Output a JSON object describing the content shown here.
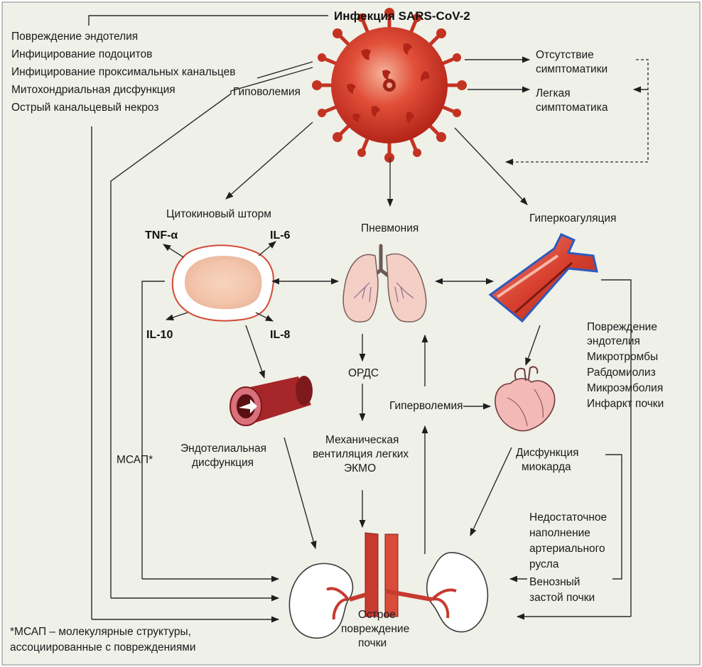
{
  "title": "Инфекция SARS-CoV-2",
  "left_list": [
    "Повреждение эндотелия",
    "Инфицирование подоцитов",
    "Инфицирование проксимальных канальцев",
    "Митохондриальная дисфункция",
    "Острый канальцевый некроз"
  ],
  "hypovolemia": "Гиповолемия",
  "asymptomatic": [
    "Отсутствие",
    "симптоматики"
  ],
  "mild": [
    "Легкая",
    "симптоматика"
  ],
  "cytokine_storm": "Цитокиновый шторм",
  "cytokines": {
    "tnf": "TNF-α",
    "il6": "IL-6",
    "il10": "IL-10",
    "il8": "IL-8"
  },
  "pneumonia": "Пневмония",
  "hypercoag": "Гиперкоагуляция",
  "coag_effects": [
    "Повреждение",
    "эндотелия",
    "Микротромбы",
    "Рабдомиолиз",
    "Микроэмболия",
    "Инфаркт почки"
  ],
  "ards": "ОРДС",
  "hypervolemia": "Гиперволемия",
  "endothelial": [
    "Эндотелиальная",
    "дисфункция"
  ],
  "ventilation": [
    "Механическая",
    "вентиляция легких",
    "ЭКМО"
  ],
  "myocard": [
    "Дисфункция",
    "миокарда"
  ],
  "msap": "МСАП*",
  "underfill": [
    "Недостаточное",
    "наполнение",
    "артериального",
    "русла"
  ],
  "venous": [
    "Венозный",
    "застой почки"
  ],
  "aki": [
    "Острое",
    "повреждение",
    "почки"
  ],
  "footnote": [
    "*МСАП – молекулярные структуры,",
    "ассоциированные с повреждениями"
  ]
}
